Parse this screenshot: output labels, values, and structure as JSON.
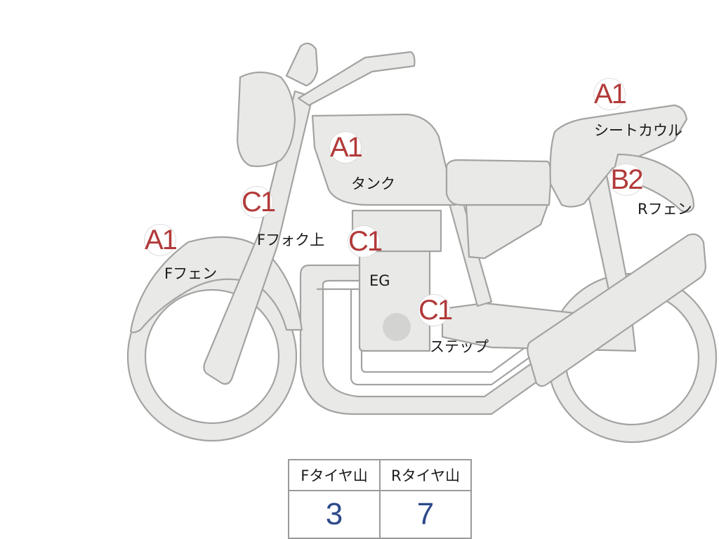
{
  "grades": [
    {
      "id": "f-fender",
      "grade": "A1",
      "label": "Fフェン"
    },
    {
      "id": "f-fork-upper",
      "grade": "C1",
      "label": "Fフォク上"
    },
    {
      "id": "tank",
      "grade": "A1",
      "label": "タンク"
    },
    {
      "id": "engine",
      "grade": "C1",
      "label": "EG"
    },
    {
      "id": "step",
      "grade": "C1",
      "label": "ステップ"
    },
    {
      "id": "seat-cowl",
      "grade": "A1",
      "label": "シートカウル"
    },
    {
      "id": "r-fender",
      "grade": "B2",
      "label": "Rフェン"
    }
  ],
  "tread_table": {
    "headers": [
      "Fタイヤ山",
      "Rタイヤ山"
    ],
    "values": [
      "3",
      "7"
    ]
  },
  "colors": {
    "grade_text": "#b23a3a",
    "tread_value": "#2d4a8a",
    "part_fill": "#e9e9e7",
    "part_stroke": "#a3a3a1"
  }
}
